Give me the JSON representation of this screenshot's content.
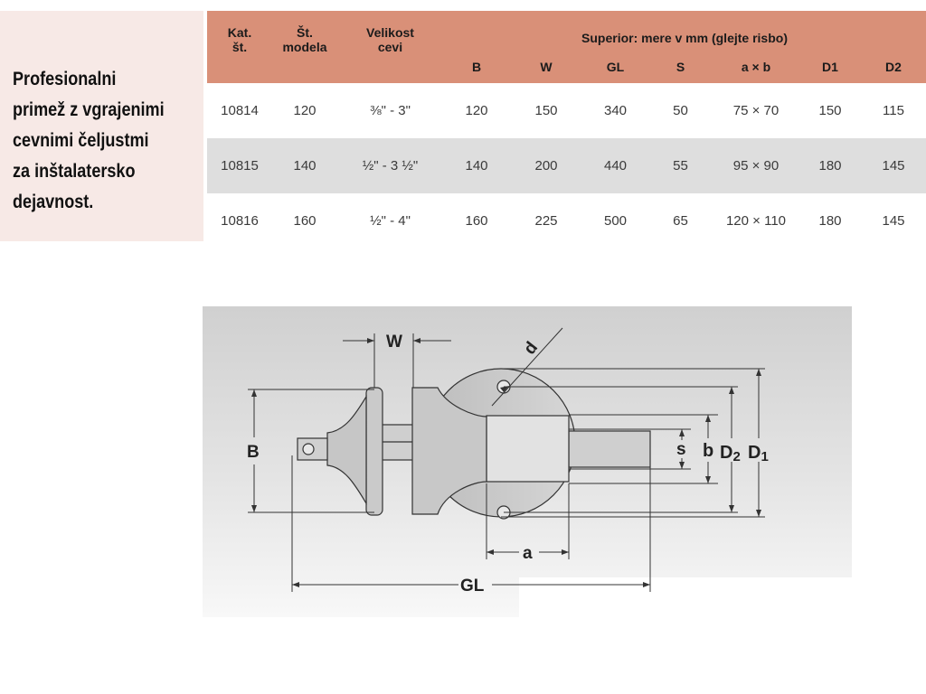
{
  "description": "Profesionalni\nprimež z vgrajenimi\ncevnimi čeljustmi\nza inštalatersko\ndejavnost.",
  "table": {
    "headers": {
      "kat": "Kat.\nšt.",
      "model": "Št.\nmodela",
      "velikost": "Velikost\ncevi",
      "superior": "Superior: mere v mm (glejte risbo)",
      "dims": [
        "B",
        "W",
        "GL",
        "S",
        "a × b",
        "D1",
        "D2"
      ]
    },
    "rows": [
      [
        "10814",
        "120",
        "⅜\" - 3\"",
        "120",
        "150",
        "340",
        "50",
        "75 × 70",
        "150",
        "115"
      ],
      [
        "10815",
        "140",
        "½\" - 3 ½\"",
        "140",
        "200",
        "440",
        "55",
        "95 × 90",
        "180",
        "145"
      ],
      [
        "10816",
        "160",
        "½\" - 4\"",
        "160",
        "225",
        "500",
        "65",
        "120 × 110",
        "180",
        "145"
      ]
    ]
  },
  "drawing": {
    "labels": {
      "W": "W",
      "d": "d",
      "B": "B",
      "s": "s",
      "b": "b",
      "D2": "D2",
      "D1": "D1",
      "a": "a",
      "GL": "GL"
    }
  }
}
